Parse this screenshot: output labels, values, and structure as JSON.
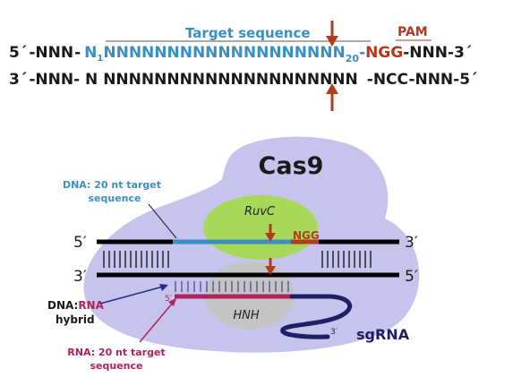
{
  "sequence": {
    "target_label": "Target sequence",
    "pam_label": "PAM",
    "top": {
      "prime5": "5´",
      "dash1": "-",
      "nnn1": "NNN",
      "dash2": "-",
      "n": "N",
      "sub1": "1",
      "ns": "NNNNNNNNNNNNNNNNNNN",
      "sub20": "20",
      "dash3": "-",
      "ngg": "NGG",
      "dash4": "-",
      "nnn2": "NNN",
      "dash5": "-",
      "prime3": "3´"
    },
    "bottom": {
      "prime3": "3´",
      "left": "-NNN- N NNNNNNNNNNNNNNNNNNNN",
      "ncc": "-NCC",
      "right": "-NNN-5´"
    }
  },
  "diagram": {
    "cas9": "Cas9",
    "ruvc": "RuvC",
    "hnh": "HNH",
    "ngg": "NGG",
    "end5_top": "5′",
    "end3_top": "3′",
    "end3_bottom": "3′",
    "end5_bottom": "5′",
    "rna5": "5′",
    "rna3": "3′",
    "sgrna": "sgRNA",
    "dna_target_l1": "DNA: 20 nt target",
    "dna_target_l2": "sequence",
    "hybrid_dna": "DNA:",
    "hybrid_rna": "RNA",
    "hybrid_word": "hybrid",
    "rna_target_l1": "RNA: 20 nt target",
    "rna_target_l2": "sequence"
  },
  "colors": {
    "blue": "#3a8fc2",
    "red": "#b23a1f",
    "purple_blob": "#c6c3ec",
    "green_lobe": "#a8d85a",
    "grey_lobe": "#c4c4c4",
    "magenta": "#b0225e",
    "navy": "#1e1f66",
    "dark_text": "#1a1a1a"
  }
}
